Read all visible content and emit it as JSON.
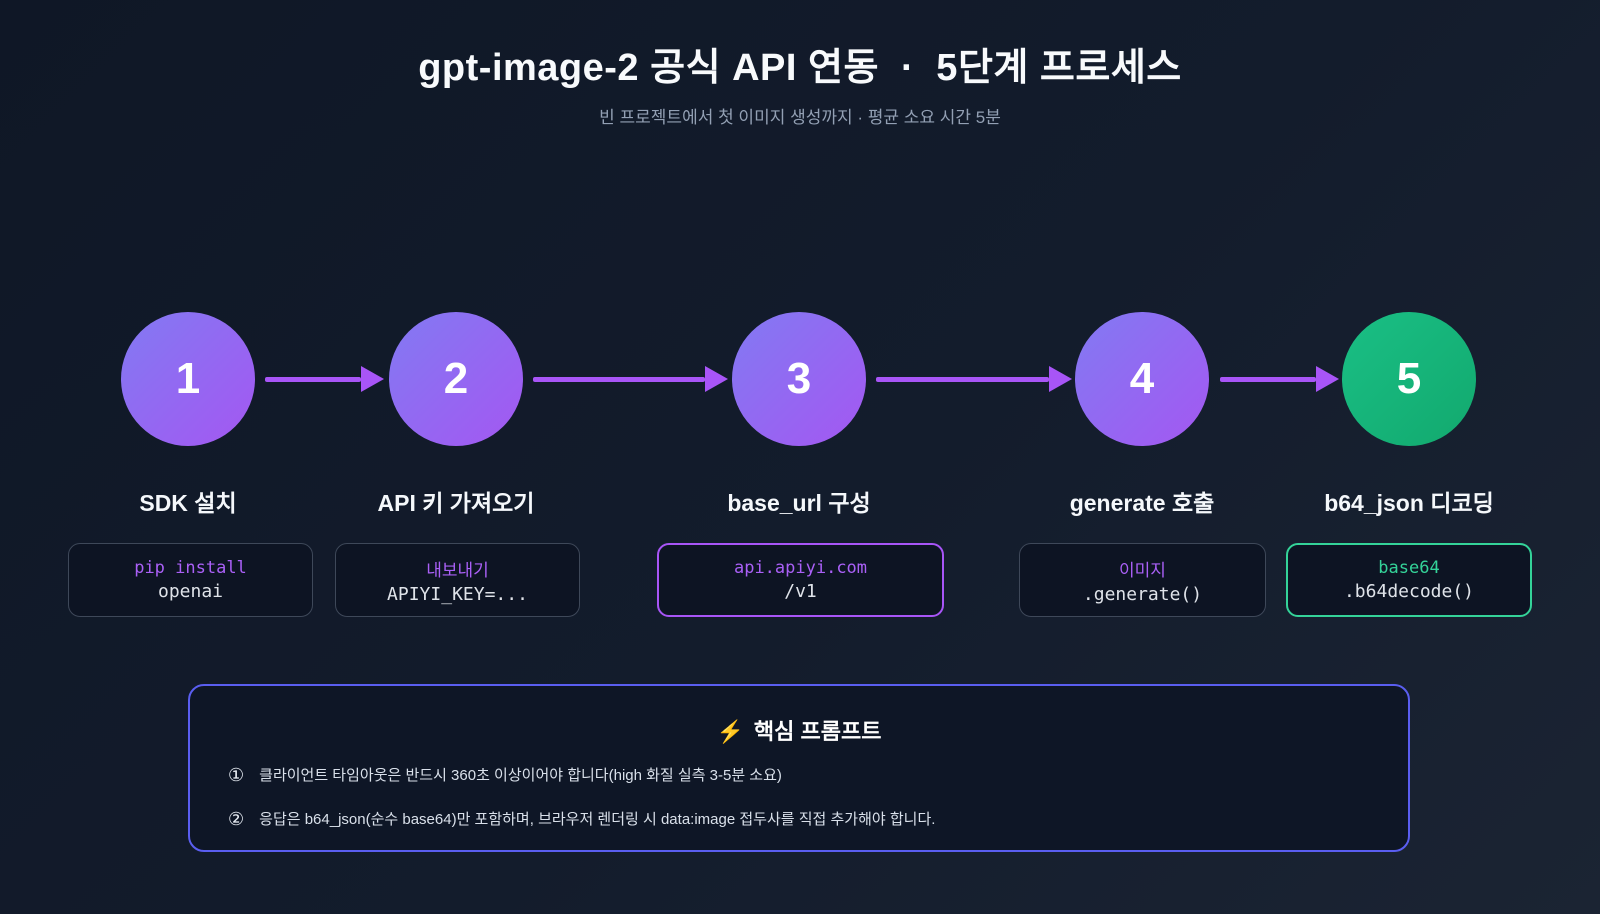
{
  "header": {
    "title": "gpt-image-2 공식 API 연동  ·  5단계 프로세스",
    "subtitle": "빈 프로젝트에서 첫 이미지 생성까지 · 평균 소요 시간 5분"
  },
  "steps": [
    {
      "number": "1",
      "title": "SDK 설치",
      "code_line1": "pip install",
      "code_line2": "openai",
      "accent": "purple",
      "highlighted": false
    },
    {
      "number": "2",
      "title": "API 키 가져오기",
      "code_line1": "내보내기",
      "code_line2": "APIYI_KEY=...",
      "accent": "purple",
      "highlighted": false
    },
    {
      "number": "3",
      "title": "base_url 구성",
      "code_line1": "api.apiyi.com",
      "code_line2": "/v1",
      "accent": "purple",
      "highlighted": true
    },
    {
      "number": "4",
      "title": "generate 호출",
      "code_line1": "이미지",
      "code_line2": ".generate()",
      "accent": "purple",
      "highlighted": false
    },
    {
      "number": "5",
      "title": "b64_json 디코딩",
      "code_line1": "base64",
      "code_line2": ".b64decode()",
      "accent": "green",
      "highlighted": true
    }
  ],
  "callout": {
    "icon": "⚡",
    "title": "핵심 프롬프트",
    "items": [
      {
        "marker": "①",
        "text": "클라이언트 타임아웃은 반드시 360초 이상이어야 합니다(high 화질 실측 3-5분 소요)"
      },
      {
        "marker": "②",
        "text": "응답은 b64_json(순수 base64)만 포함하며, 브라우저 렌더링 시 data:image 접두사를 직접 추가해야 합니다."
      }
    ]
  },
  "colors": {
    "background": "#131c2c",
    "circle_purple_start": "#827af3",
    "circle_purple_end": "#a457f1",
    "circle_green": "#17b87d",
    "arrow": "#a855f7",
    "code_accent_purple": "#aa60f7",
    "code_accent_green": "#34d399",
    "highlight_border_purple": "#a855f7",
    "highlight_border_green": "#34d399",
    "callout_border": "#5a5ef0",
    "bolt": "#fbbf24"
  }
}
